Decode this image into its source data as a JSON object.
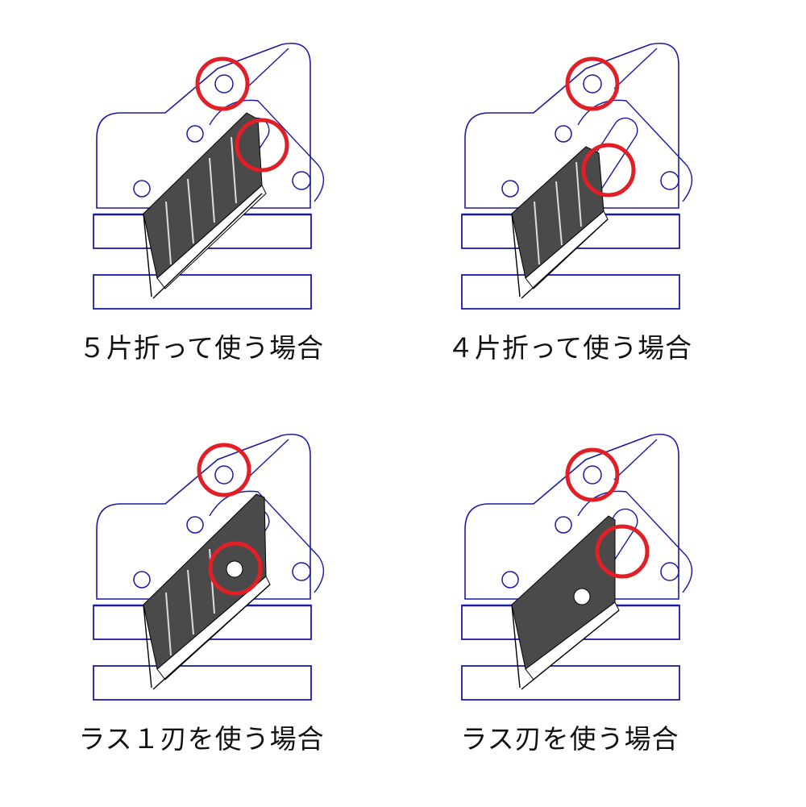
{
  "colors": {
    "outline": "#1a1aa6",
    "blade": "#4a4a4a",
    "highlight": "#e01f26",
    "caption": "#111111"
  },
  "panels": [
    {
      "id": "five-segments",
      "caption": "５片折って使う場合",
      "segments": 5,
      "rivet_hole_shown": false
    },
    {
      "id": "four-segments",
      "caption": "４片折って使う場合",
      "segments": 4,
      "rivet_hole_shown": false
    },
    {
      "id": "last-one-segment",
      "caption": "ラス１刃を使う場合",
      "segments": 4,
      "rivet_hole_shown": true
    },
    {
      "id": "last-segment",
      "caption": "ラス刃を使う場合",
      "segments": 1,
      "rivet_hole_shown": true
    }
  ]
}
